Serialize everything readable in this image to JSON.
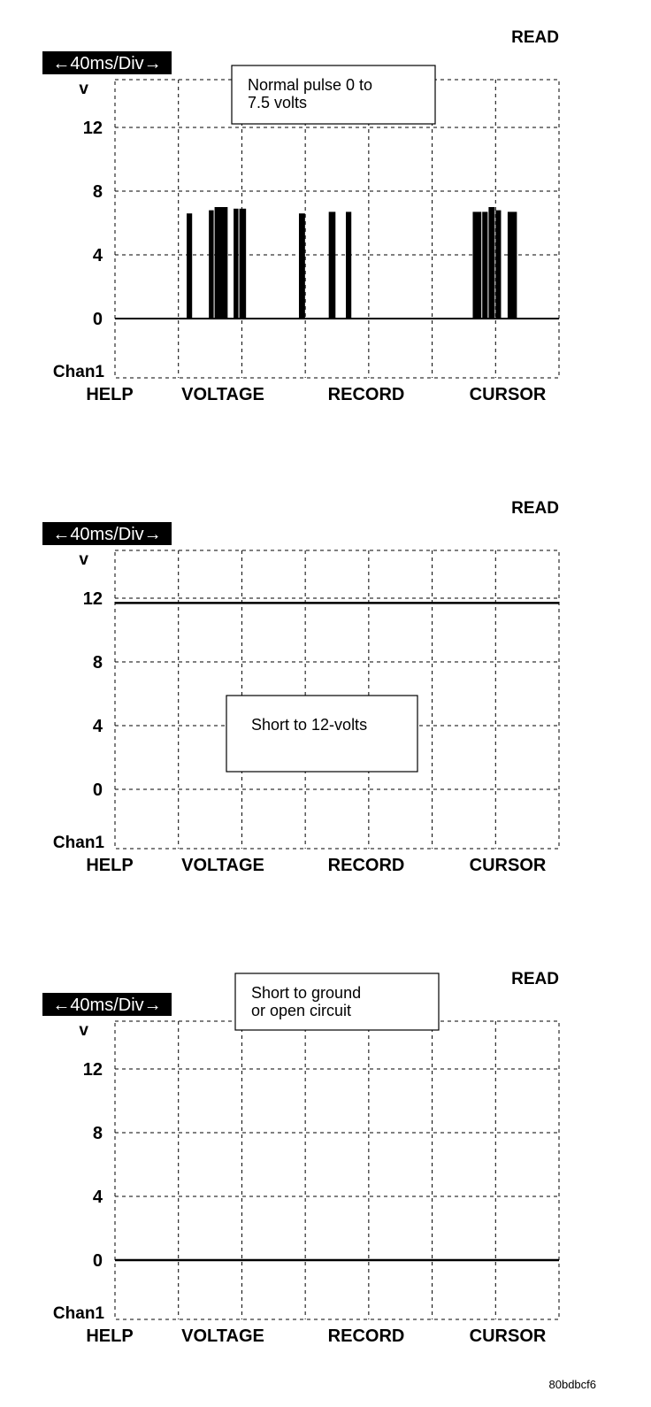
{
  "chart_data": [
    {
      "type": "line",
      "mode_label": "READ",
      "timebase_label": "←40ms/Div→",
      "ylabel": "v",
      "yticks": [
        12,
        8,
        4,
        0
      ],
      "ylim": [
        -4,
        15
      ],
      "channel_label": "Chan1",
      "annotation": [
        "Normal pulse 0 to",
        "7.5 volts"
      ],
      "softkeys": [
        "HELP",
        "VOLTAGE",
        "RECORD",
        "CURSOR"
      ],
      "grid": true,
      "x_divisions": 7,
      "series": [
        {
          "pulses": [
            {
              "x": [
                1.13,
                1.23
              ],
              "y": 6.6
            },
            {
              "x": [
                1.48,
                1.57
              ],
              "y": 6.8
            },
            {
              "x": [
                1.57,
                1.79
              ],
              "y": 7.0
            },
            {
              "x": [
                1.87,
                1.96
              ],
              "y": 6.9
            },
            {
              "x": [
                1.96,
                2.08
              ],
              "y": 6.9
            },
            {
              "x": [
                2.9,
                3.01
              ],
              "y": 6.6
            },
            {
              "x": [
                3.37,
                3.49
              ],
              "y": 6.7
            },
            {
              "x": [
                3.64,
                3.74
              ],
              "y": 6.7
            },
            {
              "x": [
                5.64,
                5.79
              ],
              "y": 6.7
            },
            {
              "x": [
                5.79,
                5.89
              ],
              "y": 6.7
            },
            {
              "x": [
                5.89,
                6.0
              ],
              "y": 7.0
            },
            {
              "x": [
                6.0,
                6.1
              ],
              "y": 6.8
            },
            {
              "x": [
                6.19,
                6.35
              ],
              "y": 6.7
            }
          ],
          "baseline": 0
        }
      ]
    },
    {
      "type": "line",
      "mode_label": "READ",
      "timebase_label": "←40ms/Div→",
      "ylabel": "v",
      "yticks": [
        12,
        8,
        4,
        0
      ],
      "ylim": [
        -4,
        15
      ],
      "channel_label": "Chan1",
      "annotation": [
        "Short to 12-volts"
      ],
      "softkeys": [
        "HELP",
        "VOLTAGE",
        "RECORD",
        "CURSOR"
      ],
      "grid": true,
      "x_divisions": 7,
      "series": [
        {
          "x": [
            0,
            7
          ],
          "values": [
            11.7,
            11.7
          ]
        }
      ]
    },
    {
      "type": "line",
      "mode_label": "READ",
      "timebase_label": "←40ms/Div→",
      "ylabel": "v",
      "yticks": [
        12,
        8,
        4,
        0
      ],
      "ylim": [
        -4,
        15
      ],
      "channel_label": "Chan1",
      "annotation": [
        "Short to ground",
        "or open circuit"
      ],
      "softkeys": [
        "HELP",
        "VOLTAGE",
        "RECORD",
        "CURSOR"
      ],
      "grid": true,
      "x_divisions": 7,
      "series": [
        {
          "x": [
            0,
            7
          ],
          "values": [
            0,
            0
          ]
        }
      ]
    }
  ],
  "figure_id": "80bdbcf6"
}
